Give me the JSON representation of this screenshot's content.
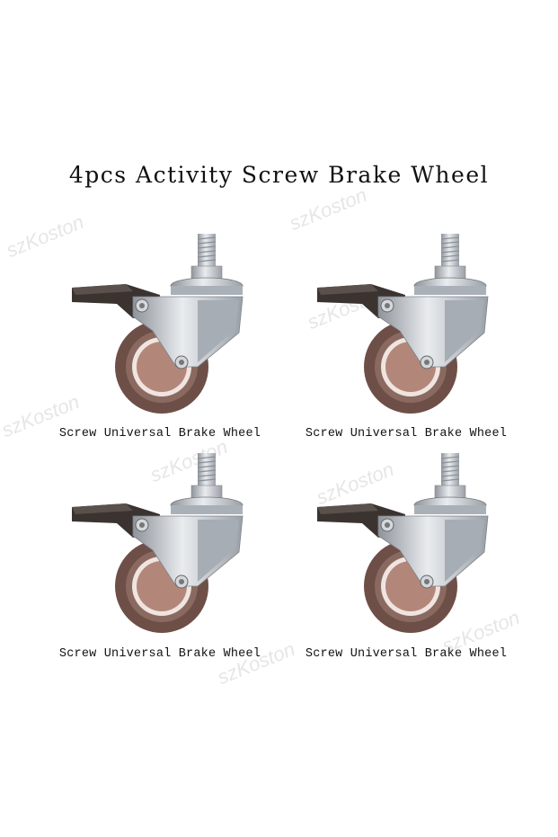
{
  "title": "4pcs Activity Screw Brake Wheel",
  "watermark": "szKoston",
  "products": [
    {
      "caption": "Screw Universal Brake Wheel",
      "icon": "caster-wheel-icon"
    },
    {
      "caption": "Screw Universal Brake Wheel",
      "icon": "caster-wheel-icon"
    },
    {
      "caption": "Screw Universal Brake Wheel",
      "icon": "caster-wheel-icon"
    },
    {
      "caption": "Screw Universal Brake Wheel",
      "icon": "caster-wheel-icon"
    }
  ],
  "colors": {
    "tire": "#6e4f47",
    "hub": "#b2877a",
    "chrome": "#c9cdd3",
    "brake": "#3a3330"
  }
}
